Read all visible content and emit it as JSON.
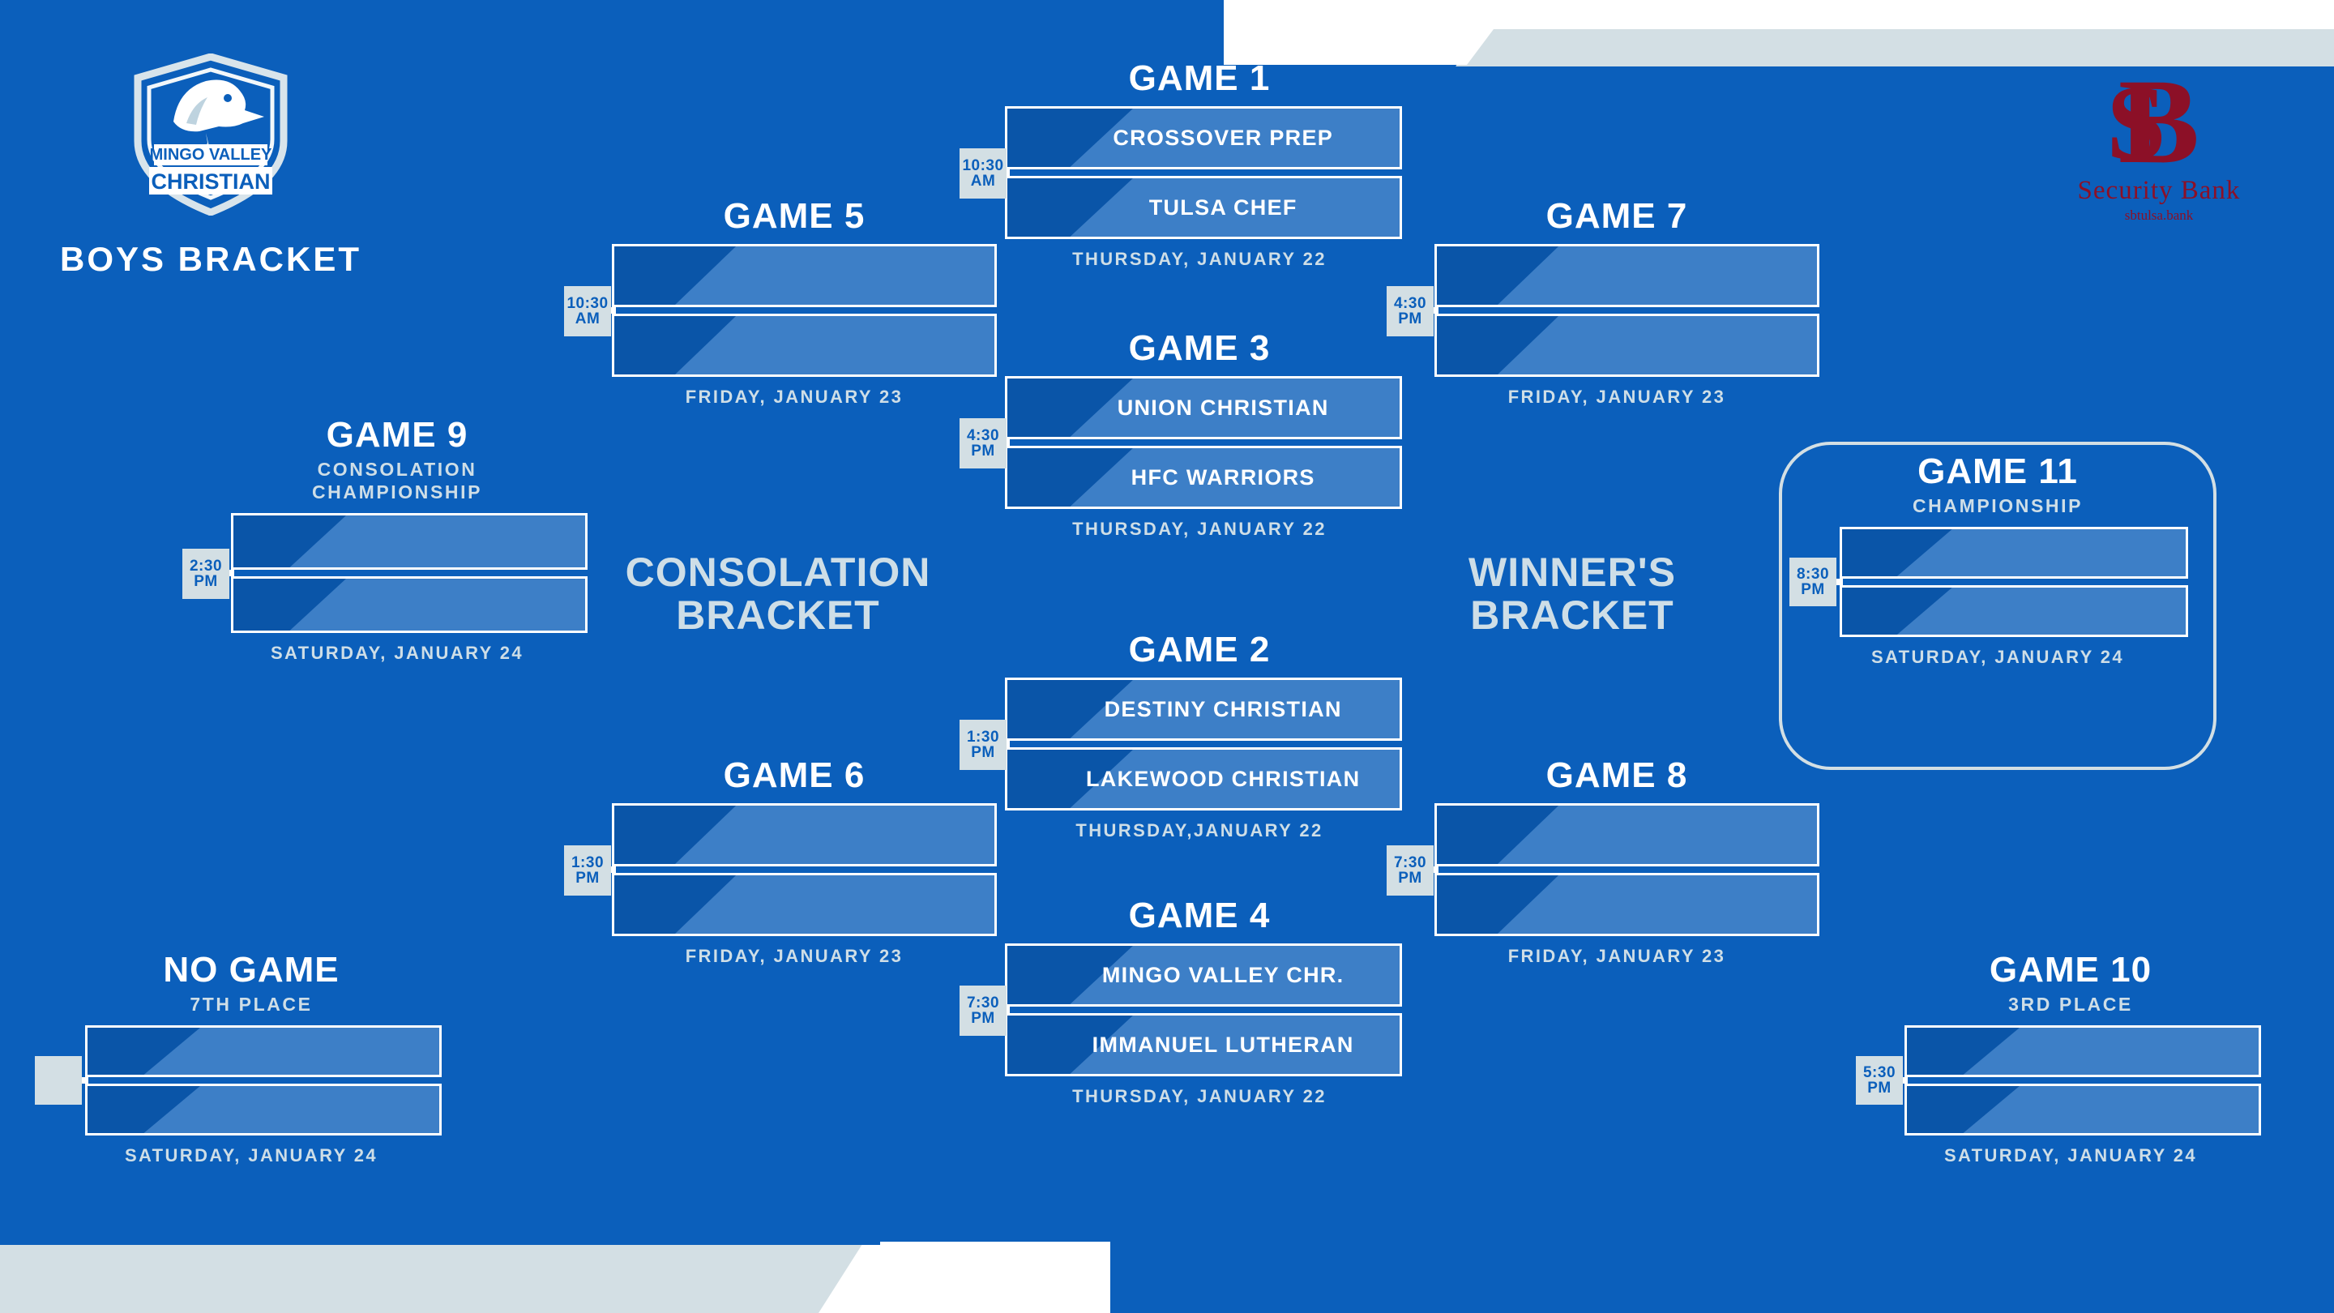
{
  "header": {
    "bracket_title": "BOYS BRACKET",
    "school_logo": {
      "line1": "MINGO VALLEY",
      "line2": "CHRISTIAN",
      "icon": "eagle-shield-icon"
    },
    "sponsor": {
      "monogram": "SB",
      "name": "Security Bank",
      "url": "sbtulsa.bank",
      "color": "#8C1027"
    }
  },
  "section_labels": {
    "consolation": "CONSOLATION\nBRACKET",
    "consolation_line1": "CONSOLATION",
    "consolation_line2": "BRACKET",
    "winners_line1": "WINNER'S",
    "winners_line2": "BRACKET"
  },
  "colors": {
    "background_blue": "#0B5FBB",
    "slot_dark": "#0A55A8",
    "slot_light": "#3D7FC7",
    "text_white": "#FFFFFF",
    "text_muted": "#CEDEE7",
    "badge_bg": "#D3DFE4",
    "accent_grey": "#D3DFE4",
    "sponsor_red": "#8C1027"
  },
  "games": [
    {
      "id": "game-1",
      "title": "GAME 1",
      "subtitle": "",
      "time": "10:30",
      "meridiem": "AM",
      "date": "THURSDAY, JANUARY 22",
      "teams": [
        "CROSSOVER PREP",
        "TULSA CHEF"
      ]
    },
    {
      "id": "game-3",
      "title": "GAME 3",
      "subtitle": "",
      "time": "4:30",
      "meridiem": "PM",
      "date": "THURSDAY, JANUARY 22",
      "teams": [
        "UNION CHRISTIAN",
        "HFC WARRIORS"
      ]
    },
    {
      "id": "game-2",
      "title": "GAME 2",
      "subtitle": "",
      "time": "1:30",
      "meridiem": "PM",
      "date": "THURSDAY,JANUARY 22",
      "teams": [
        "DESTINY CHRISTIAN",
        "LAKEWOOD CHRISTIAN"
      ]
    },
    {
      "id": "game-4",
      "title": "GAME 4",
      "subtitle": "",
      "time": "7:30",
      "meridiem": "PM",
      "date": "THURSDAY, JANUARY 22",
      "teams": [
        "MINGO VALLEY CHR.",
        "IMMANUEL LUTHERAN"
      ]
    },
    {
      "id": "game-5",
      "title": "GAME 5",
      "subtitle": "",
      "time": "10:30",
      "meridiem": "AM",
      "date": "FRIDAY, JANUARY 23",
      "teams": [
        "",
        ""
      ]
    },
    {
      "id": "game-6",
      "title": "GAME 6",
      "subtitle": "",
      "time": "1:30",
      "meridiem": "PM",
      "date": "FRIDAY, JANUARY 23",
      "teams": [
        "",
        ""
      ]
    },
    {
      "id": "game-7",
      "title": "GAME 7",
      "subtitle": "",
      "time": "4:30",
      "meridiem": "PM",
      "date": "FRIDAY, JANUARY 23",
      "teams": [
        "",
        ""
      ]
    },
    {
      "id": "game-8",
      "title": "GAME 8",
      "subtitle": "",
      "time": "7:30",
      "meridiem": "PM",
      "date": "FRIDAY, JANUARY 23",
      "teams": [
        "",
        ""
      ]
    },
    {
      "id": "game-9",
      "title": "GAME 9",
      "subtitle": "CONSOLATION\nCHAMPIONSHIP",
      "subtitle_line1": "CONSOLATION",
      "subtitle_line2": "CHAMPIONSHIP",
      "time": "2:30",
      "meridiem": "PM",
      "date": "SATURDAY, JANUARY 24",
      "teams": [
        "",
        ""
      ]
    },
    {
      "id": "game-10",
      "title": "GAME 10",
      "subtitle": "3RD PLACE",
      "time": "5:30",
      "meridiem": "PM",
      "date": "SATURDAY, JANUARY 24",
      "teams": [
        "",
        ""
      ]
    },
    {
      "id": "game-11",
      "title": "GAME 11",
      "subtitle": "CHAMPIONSHIP",
      "time": "8:30",
      "meridiem": "PM",
      "date": "SATURDAY, JANUARY 24",
      "teams": [
        "",
        ""
      ]
    },
    {
      "id": "no-game",
      "title": "NO GAME",
      "subtitle": "7TH PLACE",
      "time": "",
      "meridiem": "",
      "date": "SATURDAY, JANUARY 24",
      "teams": [
        "",
        ""
      ]
    }
  ]
}
